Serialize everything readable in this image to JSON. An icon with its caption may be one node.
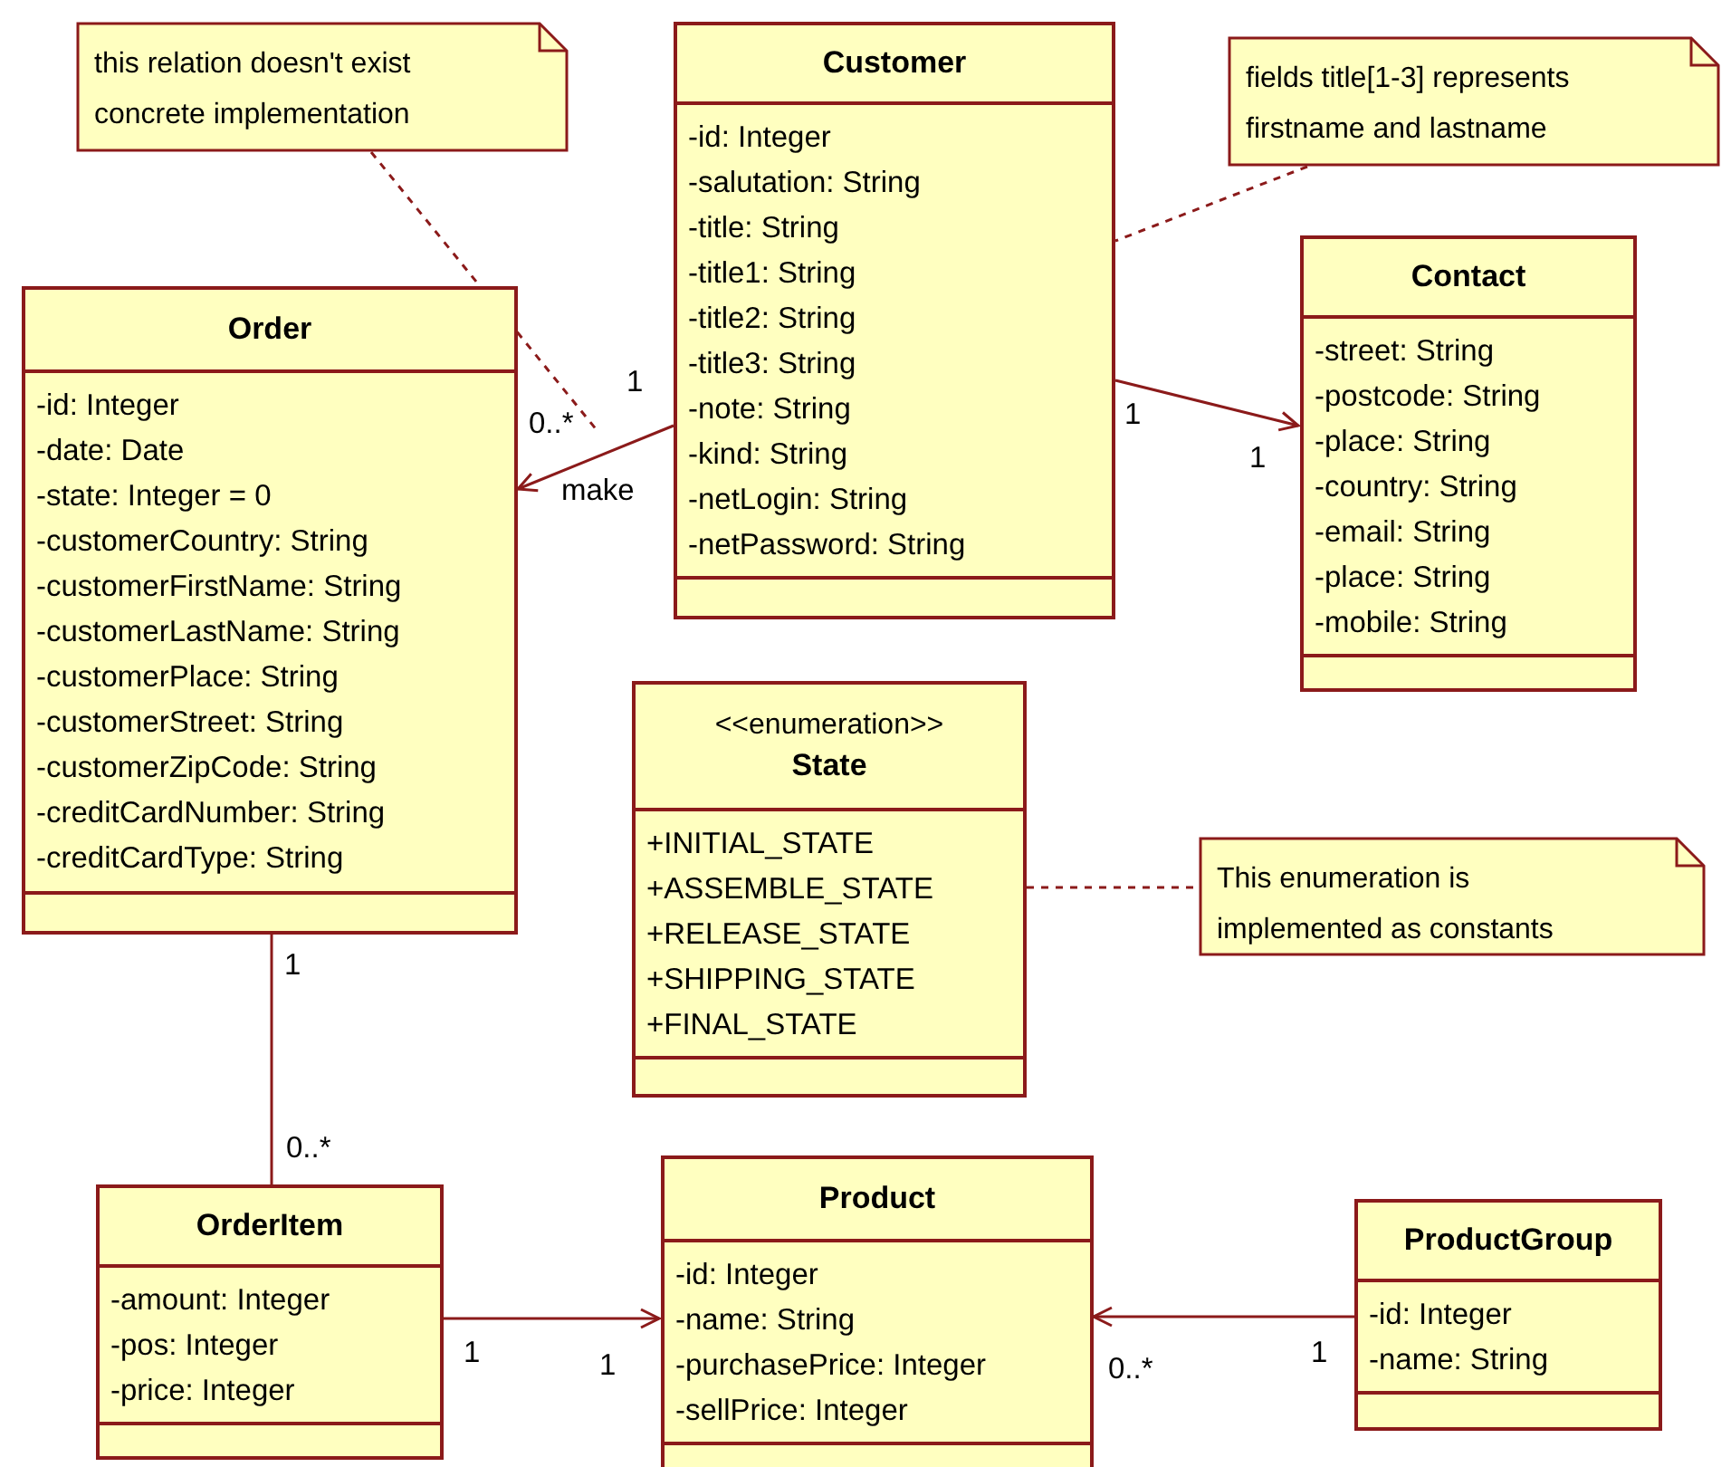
{
  "diagram": {
    "nodes": [
      {
        "text": [
          "this relation doesn't exist concrete implementation"
        ]
      },
      {
        "text": [
          "Customer",
          "-id: Integer",
          "-salutation: String",
          "-title: String",
          "-title1: String",
          "-title2: String",
          "-title3: String",
          "-note: String",
          "-kind: String",
          "-netLogin: String",
          "-netPassword: String"
        ]
      },
      {
        "text": [
          "fields title[1-3] represents firstname and lastname"
        ]
      },
      {
        "text": [
          "Order",
          "-id: Integer",
          "-date: Date",
          "-state: Integer = 0",
          "-customerCountry: String",
          "-customerFirstName: String",
          "-customerLastName: String",
          "-customerPlace: String",
          "-customerStreet: String",
          "-customerZipCode: String",
          "-creditCardNumber: String",
          "-creditCardType: String"
        ]
      },
      {
        "text": [
          "Contact",
          "-street: String",
          "-postcode: String",
          "-place: String",
          "-country: String",
          "-email: String",
          "-place: String",
          "-mobile: String"
        ]
      },
      {
        "text": [
          "<<enumeration>>",
          "State",
          "+INITIAL_STATE",
          "+ASSEMBLE_STATE",
          "+RELEASE_STATE",
          "+SHIPPING_STATE",
          "+FINAL_STATE"
        ]
      },
      {
        "text": [
          "This enumeration is implemented as constants"
        ]
      },
      {
        "text": [
          "OrderItem",
          "-amount: Integer",
          "-pos: Integer",
          "-price: Integer"
        ]
      },
      {
        "text": [
          "Product",
          "-id: Integer",
          "-name: String",
          "-purchasePrice: Integer",
          "-sellPrice: Integer"
        ]
      },
      {
        "text": [
          "ProductGroup",
          "-id: Integer",
          "-name: String"
        ]
      }
    ],
    "edges": [
      {
        "from": 0,
        "to": null,
        "arrow": "none",
        "style": "dashed"
      },
      {
        "from": 1,
        "to": 3,
        "arrow": "to",
        "label": "make"
      },
      {
        "from": 2,
        "to": 1,
        "arrow": "none",
        "style": "dashed"
      },
      {
        "from": 1,
        "to": 4,
        "arrow": "to"
      },
      {
        "from": 5,
        "to": 6,
        "arrow": "none",
        "style": "dashed"
      },
      {
        "from": 3,
        "to": 7,
        "arrow": "none"
      },
      {
        "from": 7,
        "to": 8,
        "arrow": "to"
      },
      {
        "from": 9,
        "to": 8,
        "arrow": "to"
      }
    ],
    "labels": [
      "1",
      "0..*",
      "1",
      "1",
      "1",
      "0..*",
      "1",
      "1",
      "0..*",
      "1"
    ]
  }
}
